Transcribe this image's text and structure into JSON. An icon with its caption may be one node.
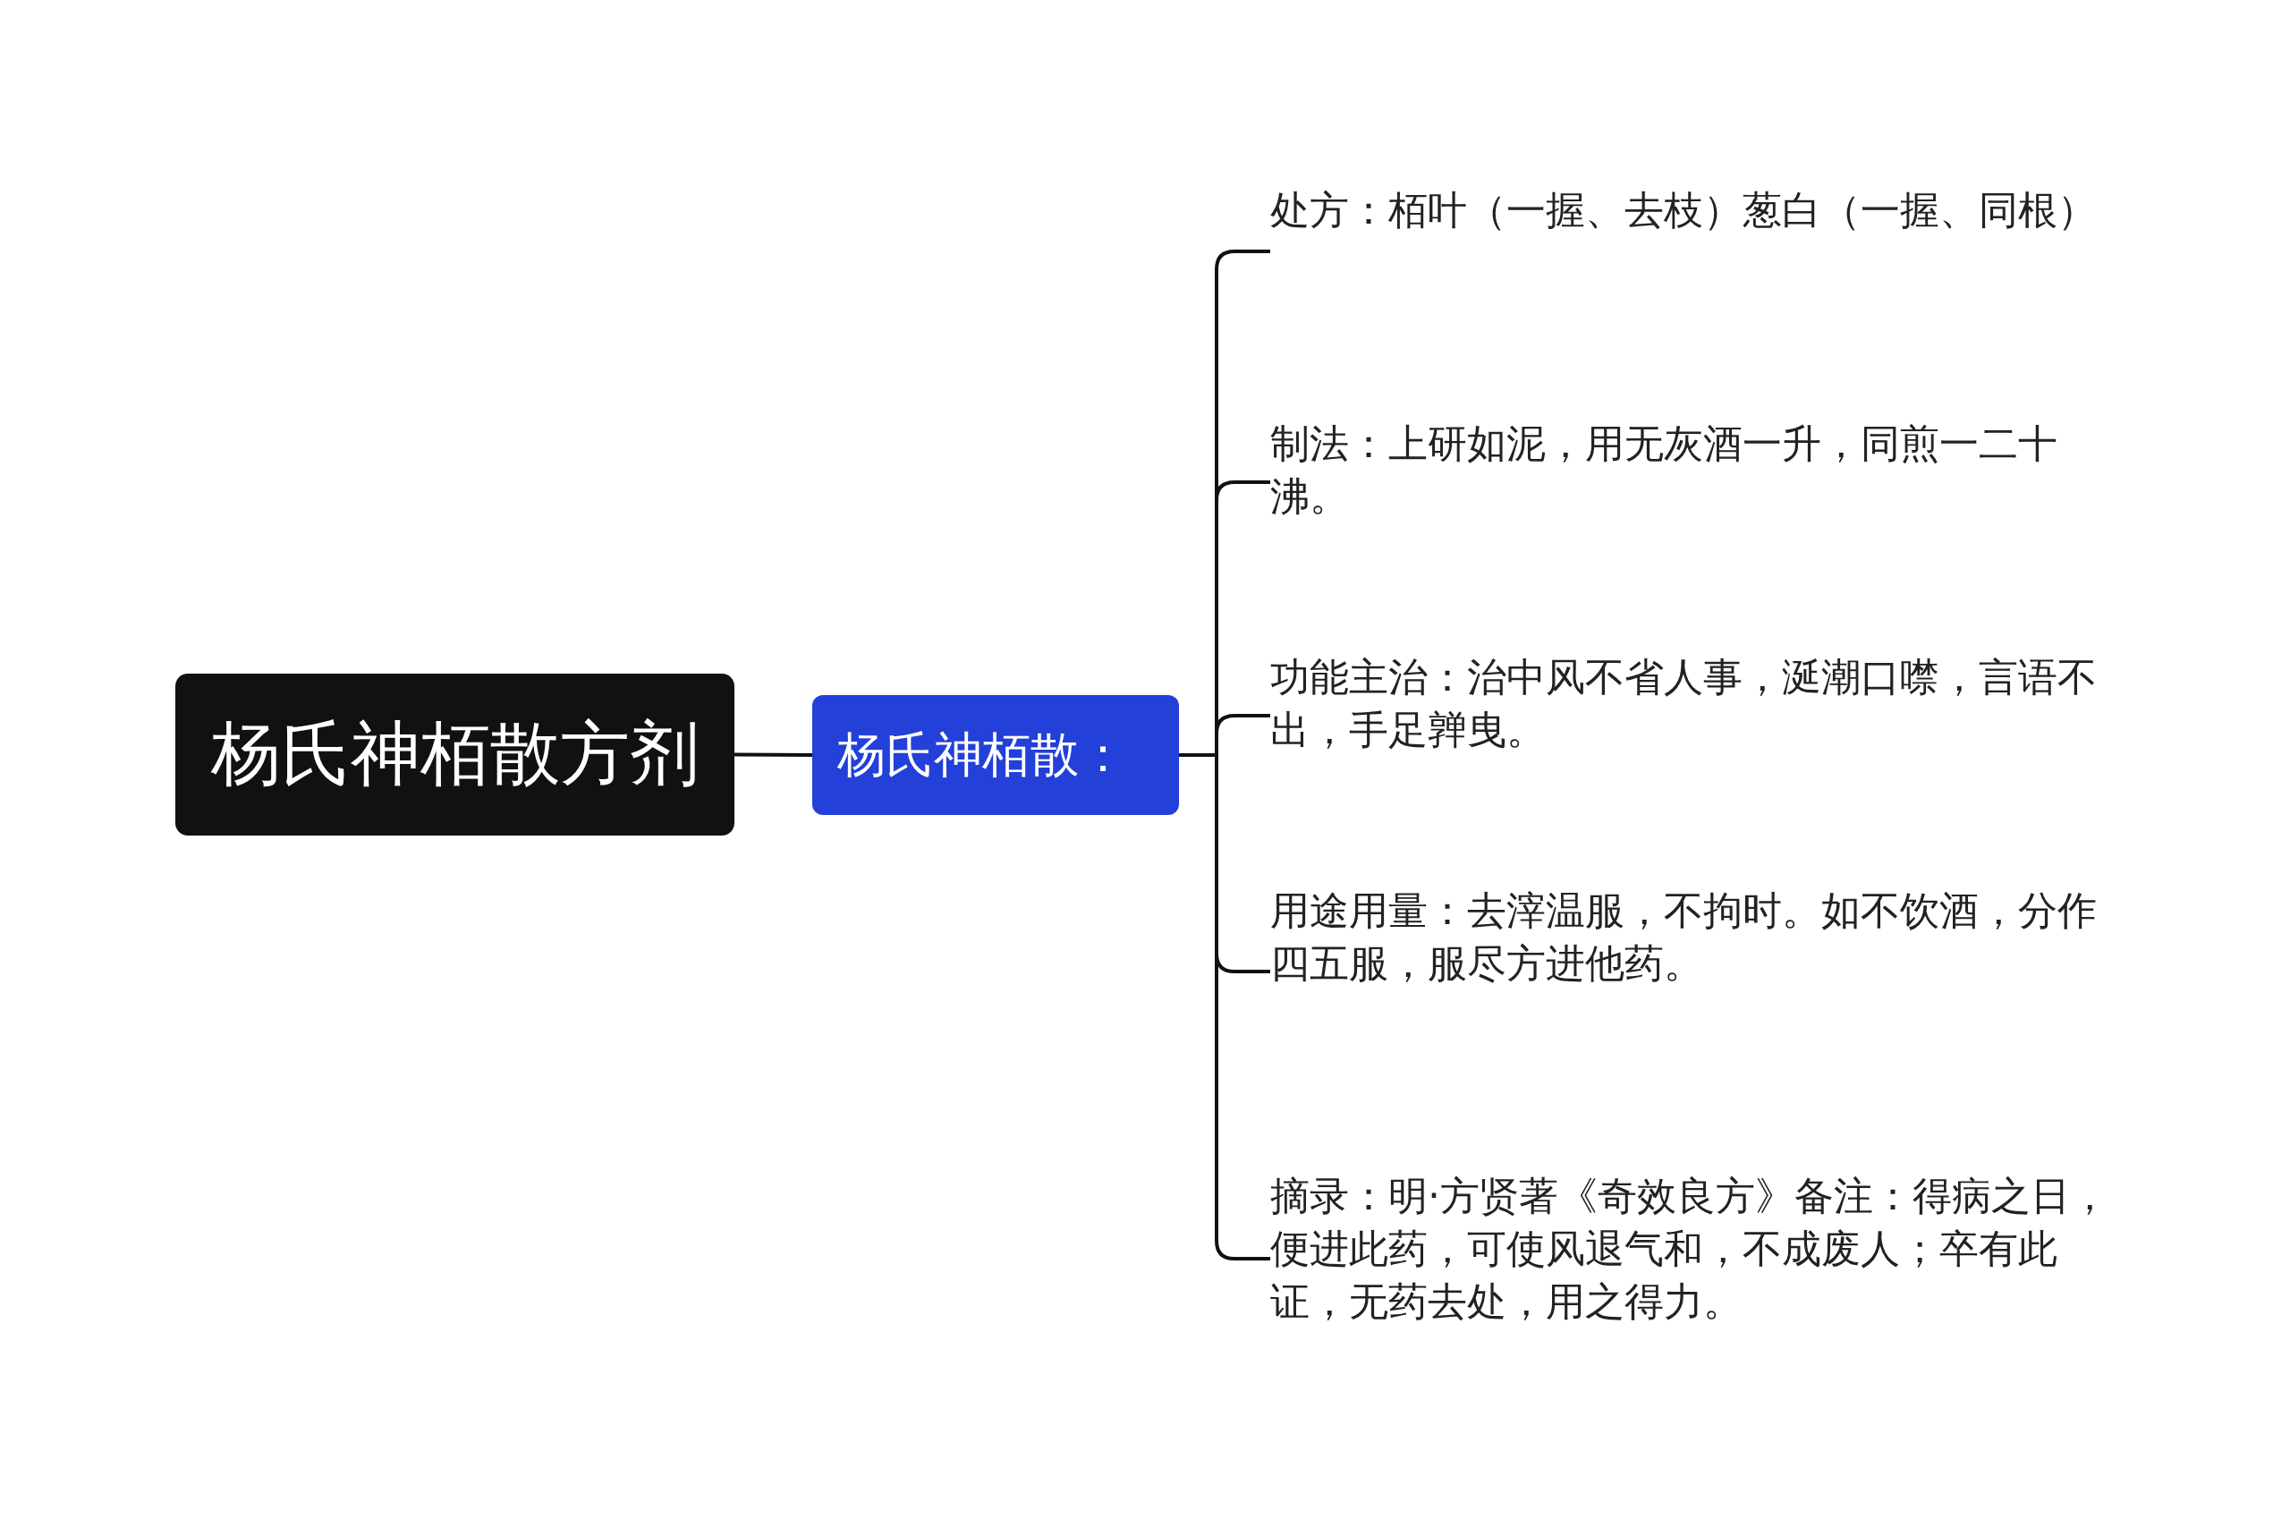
{
  "diagram": {
    "nodes": [
      {
        "text": [
          "杨氏神栢散方剂"
        ]
      },
      {
        "text": [
          "杨氏神栢散："
        ]
      },
      {
        "text": [
          "处方：栢叶（一握、去枝）葱白（一握、同根）"
        ]
      },
      {
        "text": [
          "制法：上研如泥，用无灰酒一升，同煎一二十沸。"
        ]
      },
      {
        "text": [
          "功能主治：治中风不省人事，涎潮口噤，言语不出，手足亸曳。"
        ]
      },
      {
        "text": [
          "用途用量：去滓温服，不拘时。如不饮酒，分作四五服，服尽方进他药。"
        ]
      },
      {
        "text": [
          "摘录：明·方贤著《奇效良方》备注：得病之日，便进此药，可使风退气和，不成废人；卒有此证，无药去处，用之得力。"
        ]
      }
    ],
    "edges": [
      {
        "from": 0,
        "to": 1,
        "arrow": "none"
      },
      {
        "from": 1,
        "to": 2,
        "arrow": "none"
      },
      {
        "from": 1,
        "to": 3,
        "arrow": "none"
      },
      {
        "from": 1,
        "to": 4,
        "arrow": "none"
      },
      {
        "from": 1,
        "to": 5,
        "arrow": "none"
      },
      {
        "from": 1,
        "to": 6,
        "arrow": "none"
      }
    ]
  }
}
